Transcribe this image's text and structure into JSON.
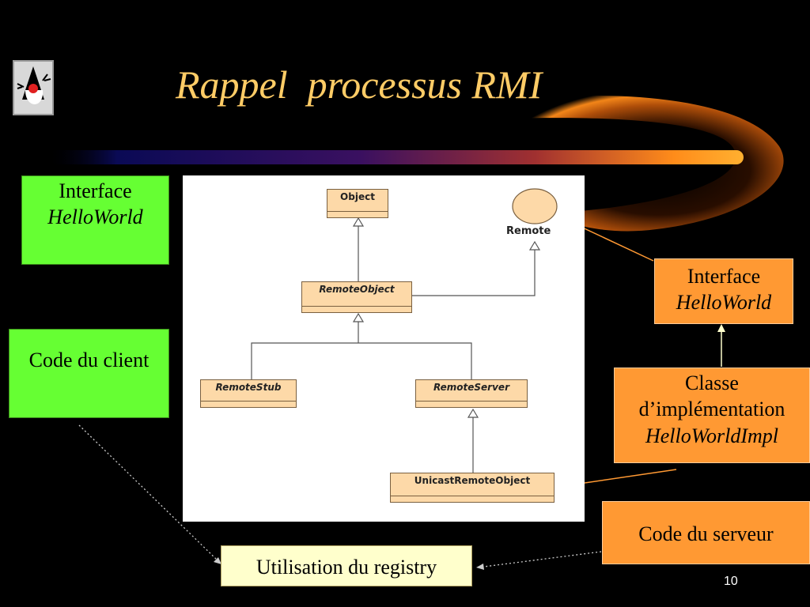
{
  "slide": {
    "title": "Rappel  processus RMI",
    "page_number": "10"
  },
  "left_boxes": {
    "interface_label": "Interface",
    "interface_name": "HelloWorld",
    "client_code": "Code du client"
  },
  "right_boxes": {
    "interface_label": "Interface",
    "interface_name": "HelloWorld",
    "impl_line1": "Classe",
    "impl_line2": "d’implémentation",
    "impl_name": "HelloWorldImpl",
    "server_code": "Code du serveur"
  },
  "registry_box": {
    "label": "Utilisation du registry"
  },
  "uml": {
    "object": "Object",
    "remote": "Remote",
    "remote_object": "RemoteObject",
    "remote_stub": "RemoteStub",
    "remote_server": "RemoteServer",
    "unicast_remote_object": "UnicastRemoteObject"
  },
  "colors": {
    "title": "#ffcc66",
    "green_box": "#66ff33",
    "orange_box": "#ff9933",
    "registry_box": "#ffffcc",
    "uml_class": "#fdd9a8"
  }
}
